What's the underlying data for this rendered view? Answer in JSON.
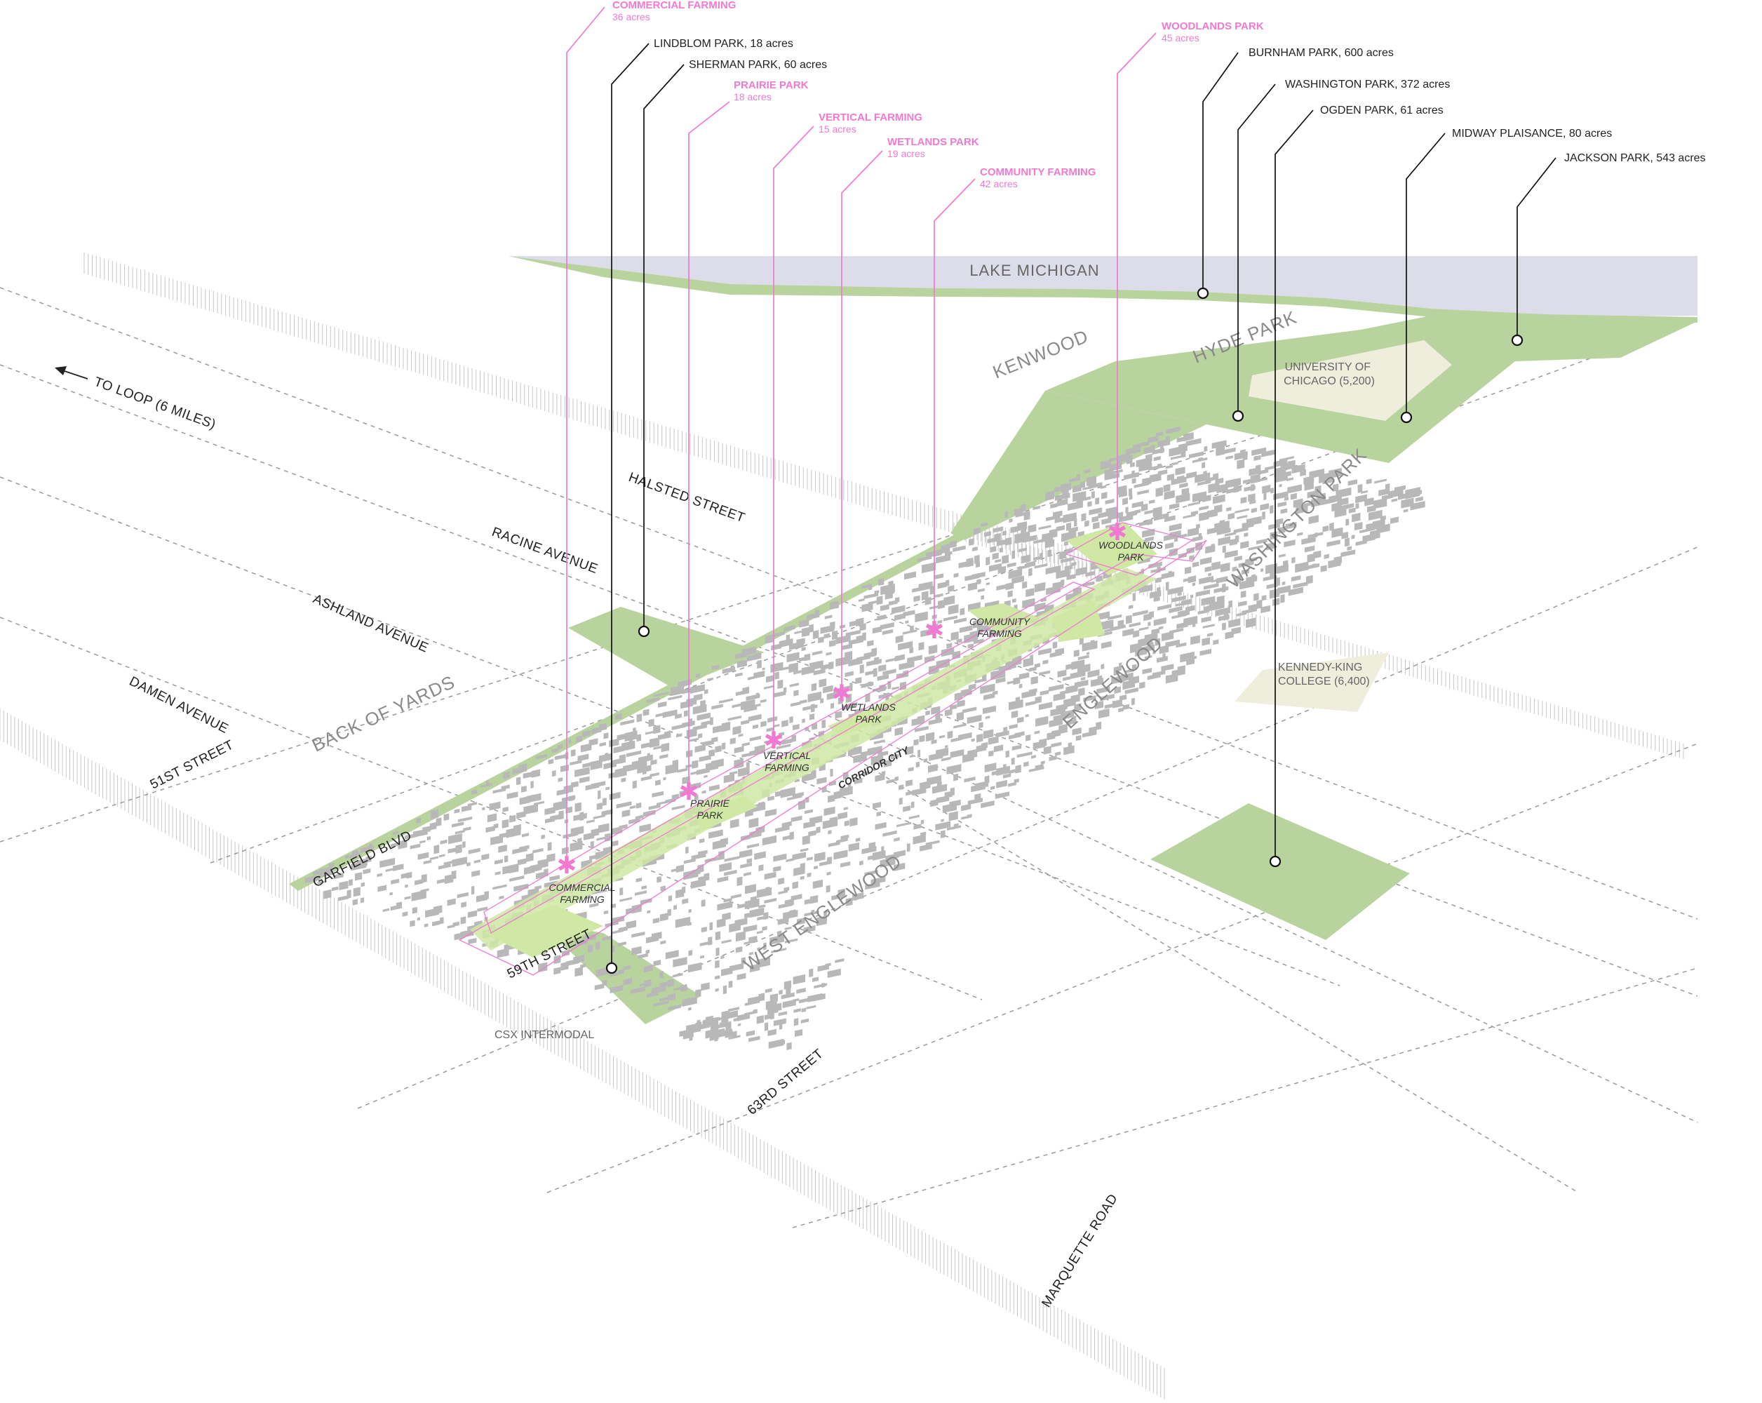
{
  "lake": {
    "label": "LAKE MICHIGAN"
  },
  "neighborhoods": [
    "KENWOOD",
    "HYDE PARK",
    "WASHINGTON PARK",
    "ENGLEWOOD",
    "WEST ENGLEWOOD",
    "BACK OF YARDS"
  ],
  "streets": {
    "halsted": "HALSTED STREET",
    "racine": "RACINE AVENUE",
    "ashland": "ASHLAND AVENUE",
    "damen": "DAMEN AVENUE",
    "st51": "51ST STREET",
    "garfield": "GARFIELD BLVD",
    "st59": "59TH STREET",
    "st63": "63RD STREET",
    "marquette": "MARQUETTE ROAD"
  },
  "direction": {
    "label": "TO LOOP (6 MILES)"
  },
  "institutions": {
    "uchicago": [
      "UNIVERSITY OF",
      "CHICAGO (5,200)"
    ],
    "kennedy_king": [
      "KENNEDY-KING",
      "COLLEGE (6,400)"
    ],
    "csx": "CSX INTERMODAL"
  },
  "corridor": {
    "label": "CORRIDOR CITY"
  },
  "corridor_zones": {
    "commercial": [
      "COMMERCIAL",
      "FARMING"
    ],
    "prairie": [
      "PRAIRIE",
      "PARK"
    ],
    "vertical": [
      "VERTICAL",
      "FARMING"
    ],
    "wetlands": [
      "WETLANDS",
      "PARK"
    ],
    "community": [
      "COMMUNITY",
      "FARMING"
    ],
    "woodlands": [
      "WOODLANDS",
      "PARK"
    ]
  },
  "parks_existing": [
    "LINDBLOM PARK, 18 acres",
    "SHERMAN PARK, 60 acres",
    "BURNHAM PARK, 600 acres",
    "WASHINGTON PARK, 372 acres",
    "OGDEN PARK, 61 acres",
    "MIDWAY PLAISANCE, 80 acres",
    "JACKSON PARK, 543 acres"
  ],
  "parks_proposed": [
    {
      "name": "COMMERCIAL FARMING",
      "acres": "36 acres"
    },
    {
      "name": "PRAIRIE PARK",
      "acres": "18 acres"
    },
    {
      "name": "VERTICAL FARMING",
      "acres": "15 acres"
    },
    {
      "name": "WETLANDS PARK",
      "acres": "19 acres"
    },
    {
      "name": "COMMUNITY FARMING",
      "acres": "42 acres"
    },
    {
      "name": "WOODLANDS PARK",
      "acres": "45 acres"
    }
  ],
  "colors": {
    "lake": "#dcdde8",
    "park": "#b9d39e",
    "corridor": "#cfe8a4",
    "pink": "#f07ad2",
    "blocks": "#b8b8b8",
    "institution": "#efeedd",
    "street_line": "#999999"
  }
}
